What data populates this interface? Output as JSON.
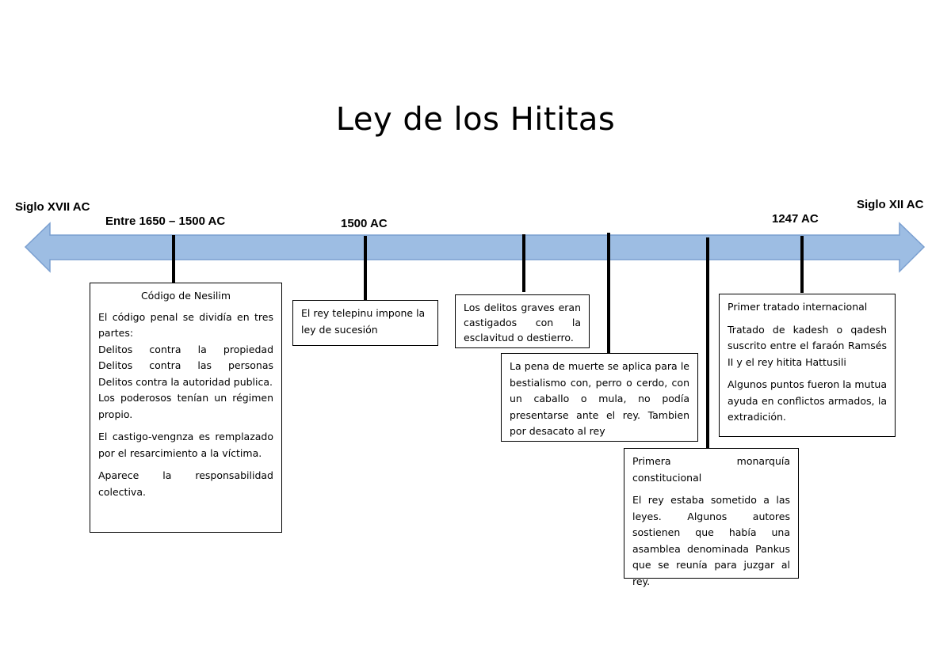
{
  "title": "Ley de los Hititas",
  "labels": {
    "start": "Siglo XVII AC",
    "end": "Siglo XII AC",
    "date1": "Entre 1650 – 1500 AC",
    "date2": "1500 AC",
    "date3": "1247 AC"
  },
  "arrow_color": "#9dbde3",
  "arrow_border": "#7a9fd0",
  "boxes": {
    "nesilim": {
      "heading": "Código de Nesilim",
      "p1": "El código penal se dividía en tres partes:",
      "items": [
        "Delitos contra la propiedad",
        "Delitos contra las personas",
        "Delitos contra la autoridad publica."
      ],
      "p2": "Los poderosos tenían un régimen propio.",
      "p3": "El castigo-vengnza es remplazado por el resarcimiento a la víctima.",
      "p4": "Aparece la responsabilidad colectiva."
    },
    "telepinu": {
      "text": "El rey telepinu impone la ley de sucesión"
    },
    "delitos": {
      "text": "Los delitos graves eran castigados con la esclavitud o destierro."
    },
    "muerte": {
      "text": "La pena de muerte se aplica para le bestialismo con, perro o cerdo, con un caballo o mula, no podía presentarse ante el rey. Tambien por desacato al rey"
    },
    "monarquia": {
      "heading": "Primera monarquía constitucional",
      "text": "El rey estaba sometido a las leyes. Algunos autores sostienen que había una asamblea denominada Pankus que se reunía para juzgar al rey."
    },
    "tratado": {
      "heading": "Primer tratado internacional",
      "p1": "Tratado de kadesh o qadesh suscrito entre el faraón Ramsés II y el rey hitita Hattusili",
      "p2": "Algunos puntos fueron la mutua ayuda en conflictos armados, la extradición."
    }
  }
}
